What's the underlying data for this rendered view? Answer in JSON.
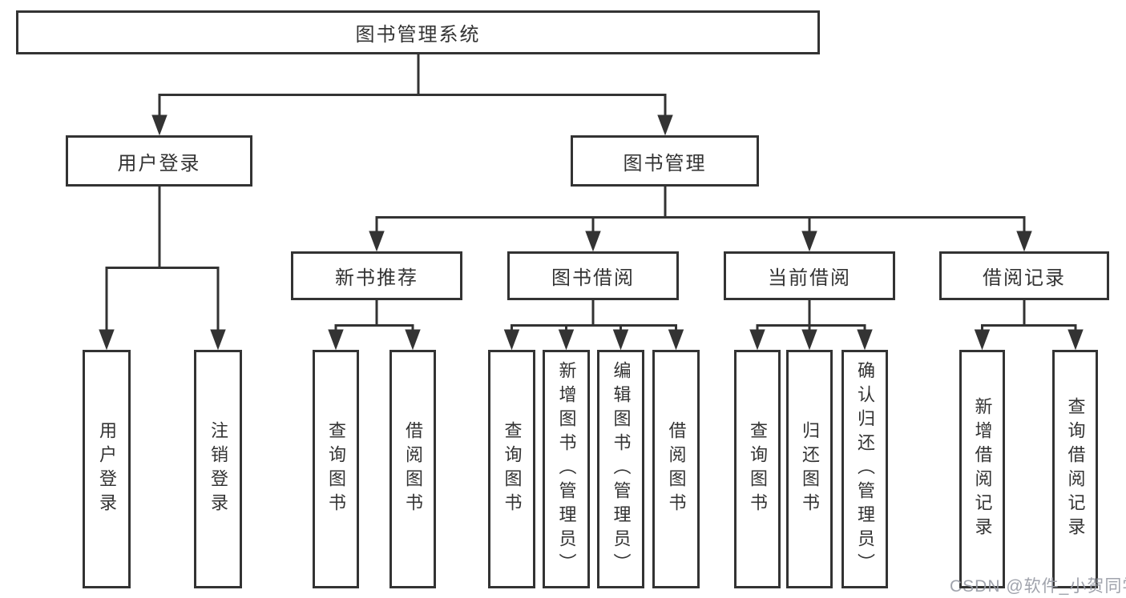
{
  "diagram": {
    "type": "hierarchy-tree",
    "tree": {
      "root": {
        "label": "图书管理系统"
      },
      "children": [
        {
          "label": "用户登录",
          "children": [
            {
              "label": "用户登录"
            },
            {
              "label": "注销登录"
            }
          ]
        },
        {
          "label": "图书管理",
          "children": [
            {
              "label": "新书推荐",
              "children": [
                {
                  "label": "查询图书"
                },
                {
                  "label": "借阅图书"
                }
              ]
            },
            {
              "label": "图书借阅",
              "children": [
                {
                  "label": "查询图书"
                },
                {
                  "label": "新增图书（管理员）"
                },
                {
                  "label": "编辑图书（管理员）"
                },
                {
                  "label": "借阅图书"
                }
              ]
            },
            {
              "label": "当前借阅",
              "children": [
                {
                  "label": "查询图书"
                },
                {
                  "label": "归还图书"
                },
                {
                  "label": "确认归还（管理员）"
                }
              ]
            },
            {
              "label": "借阅记录",
              "children": [
                {
                  "label": "新增借阅记录"
                },
                {
                  "label": "查询借阅记录"
                }
              ]
            }
          ]
        }
      ]
    },
    "colors": {
      "line": "#333333",
      "text": "#333333",
      "box_background": "#ffffff",
      "page_background": "#ffffff",
      "watermark": "#989ba5"
    }
  },
  "watermark": {
    "text": "CSDN @软件_小贺同学"
  }
}
